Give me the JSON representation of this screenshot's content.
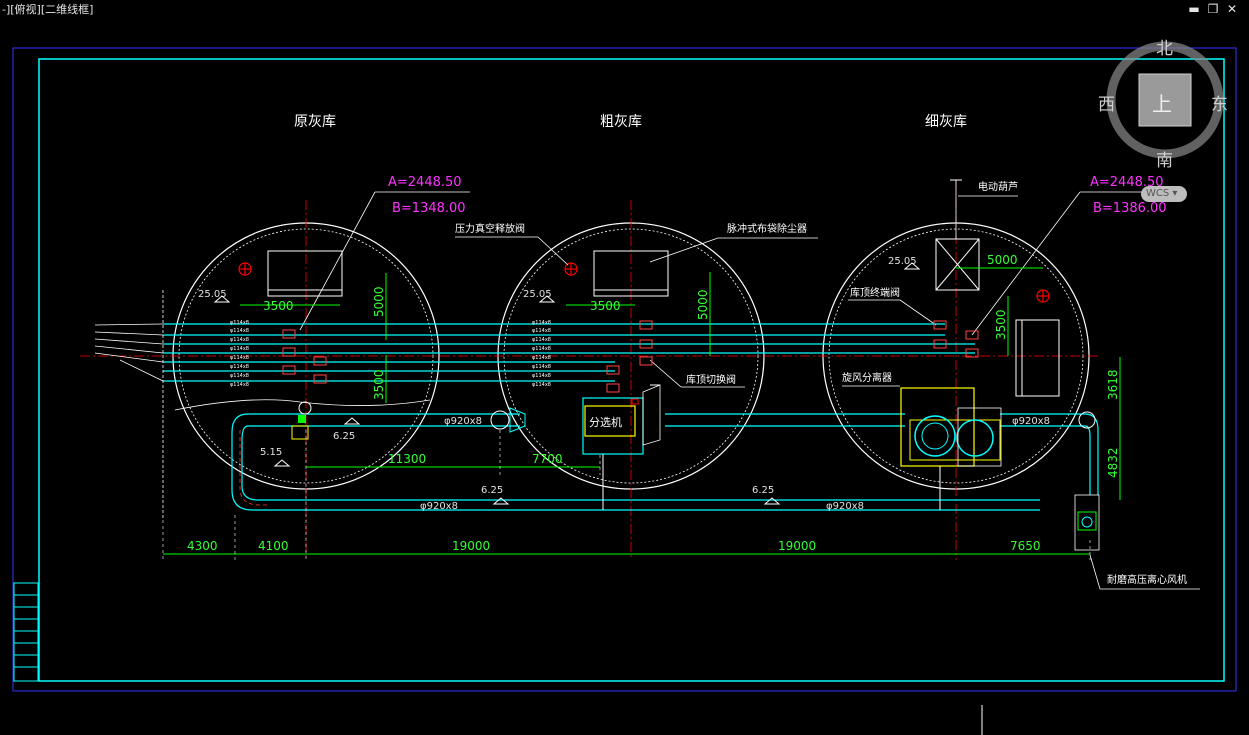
{
  "viewport": {
    "label": "-][俯视][二维线框]"
  },
  "window_buttons": {
    "minimize": "▬",
    "restore": "❐",
    "close": "✕"
  },
  "viewcube": {
    "north": "北",
    "south": "南",
    "west": "西",
    "east": "东",
    "face": "上",
    "wcs": "WCS ▾"
  },
  "silos": {
    "raw": "原灰库",
    "coarse": "粗灰库",
    "fine": "细灰库"
  },
  "coords": {
    "a_left": "A=2448.50",
    "b_left": "B=1348.00",
    "a_right": "A=2448.50",
    "b_right": "B=1386.00"
  },
  "labels": {
    "pressure_valve": "压力真空释放阀",
    "dust_collector": "脉冲式布袋除尘器",
    "hoist": "电动葫芦",
    "silo_valve": "库顶终端阀",
    "bottom_valve": "库顶切换阀",
    "classifier": "分选机",
    "cyclone": "旋风分离器",
    "fan": "耐磨高压离心风机"
  },
  "dimensions": {
    "d3500a": "3500",
    "d5000a": "5000",
    "d3500b": "3500",
    "d3500c": "3500",
    "d5000b": "5000",
    "d5000c": "5000",
    "d3500d": "3500",
    "d3618": "3618",
    "d4832": "4832",
    "d11300": "11300",
    "d7700": "7700",
    "b4300": "4300",
    "b4100": "4100",
    "b19000a": "19000",
    "b19000b": "19000",
    "b7650": "7650",
    "lvl2505a": "25.05",
    "lvl2505b": "25.05",
    "lvl2505c": "25.05",
    "lvl625a": "6.25",
    "lvl625b": "6.25",
    "lvl625c": "6.25",
    "lvl515": "5.15",
    "pipe1": "φ920x8",
    "pipe2": "φ920x8",
    "pipe3": "φ920x8",
    "pipe4": "φ920x8"
  },
  "colors": {
    "frame": "#00ffff",
    "outer": "#3333ff",
    "dim": "#00ff00",
    "coord": "#ff33ff",
    "center": "#ff0000",
    "pipe": "#00ffff"
  }
}
